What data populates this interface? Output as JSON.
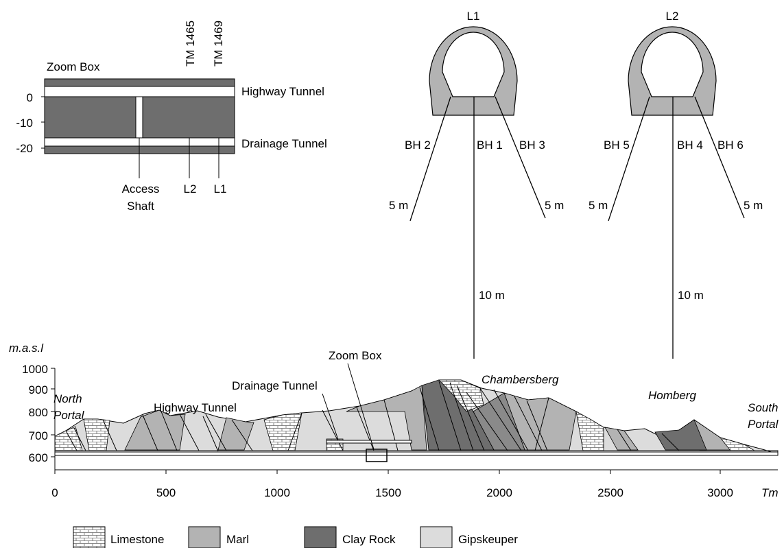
{
  "zoom_box": {
    "title": "Zoom Box",
    "tm_labels": [
      "TM 1465",
      "TM 1469"
    ],
    "y_ticks": [
      "0",
      "-10",
      "-20"
    ],
    "highway_tunnel": "Highway Tunnel",
    "drainage_tunnel": "Drainage Tunnel",
    "access_shaft_line1": "Access",
    "access_shaft_line2": "Shaft",
    "l2": "L2",
    "l1": "L1"
  },
  "sections": [
    {
      "title": "L1",
      "boreholes": [
        "BH 2",
        "BH 1",
        "BH 3"
      ],
      "left_length": "5 m",
      "right_length": "5 m",
      "center_length": "10 m"
    },
    {
      "title": "L2",
      "boreholes": [
        "BH 5",
        "BH 4",
        "BH 6"
      ],
      "left_length": "5 m",
      "right_length": "5 m",
      "center_length": "10 m"
    }
  ],
  "profile": {
    "y_axis_label": "m.a.s.l",
    "y_ticks": [
      "1000",
      "900",
      "800",
      "700",
      "600"
    ],
    "x_ticks": [
      "0",
      "500",
      "1000",
      "1500",
      "2000",
      "2500",
      "3000"
    ],
    "x_axis_unit": "Tm",
    "north_portal_line1": "North",
    "north_portal_line2": "Portal",
    "south_portal_line1": "South",
    "south_portal_line2": "Portal",
    "chambersberg": "Chambersberg",
    "homberg": "Homberg",
    "highway_tunnel": "Highway Tunnel",
    "drainage_tunnel": "Drainage Tunnel",
    "zoom_box": "Zoom Box"
  },
  "legend": [
    {
      "label": "Limestone",
      "color": "#ffffff",
      "pattern": "brick"
    },
    {
      "label": "Marl",
      "color": "#b3b3b3",
      "pattern": "solid"
    },
    {
      "label": "Clay Rock",
      "color": "#6e6e6e",
      "pattern": "solid"
    },
    {
      "label": "Gipskeuper",
      "color": "#dcdcdc",
      "pattern": "solid"
    }
  ]
}
